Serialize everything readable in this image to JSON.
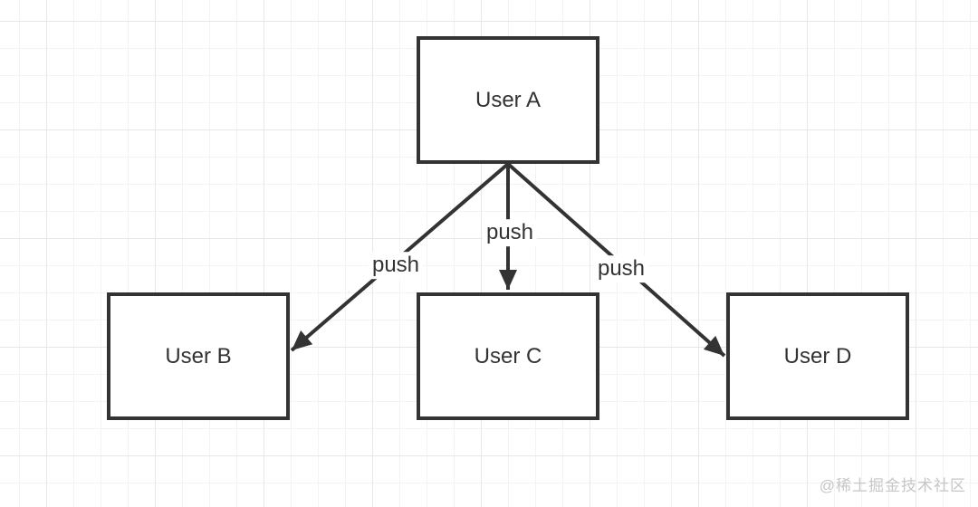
{
  "nodes": [
    {
      "id": "user-a",
      "label": "User A"
    },
    {
      "id": "user-b",
      "label": "User B"
    },
    {
      "id": "user-c",
      "label": "User C"
    },
    {
      "id": "user-d",
      "label": "User D"
    }
  ],
  "edges": [
    {
      "from": "user-a",
      "to": "user-b",
      "label": "push"
    },
    {
      "from": "user-a",
      "to": "user-c",
      "label": "push"
    },
    {
      "from": "user-a",
      "to": "user-d",
      "label": "push"
    }
  ],
  "watermark": {
    "text": "@稀土掘金技术社区"
  },
  "colors": {
    "stroke": "#333333",
    "text": "#333333",
    "background": "#ffffff",
    "grid_minor": "#f3f3f5",
    "grid_major": "#e7e7ea",
    "watermark": "#c6c6c6"
  }
}
